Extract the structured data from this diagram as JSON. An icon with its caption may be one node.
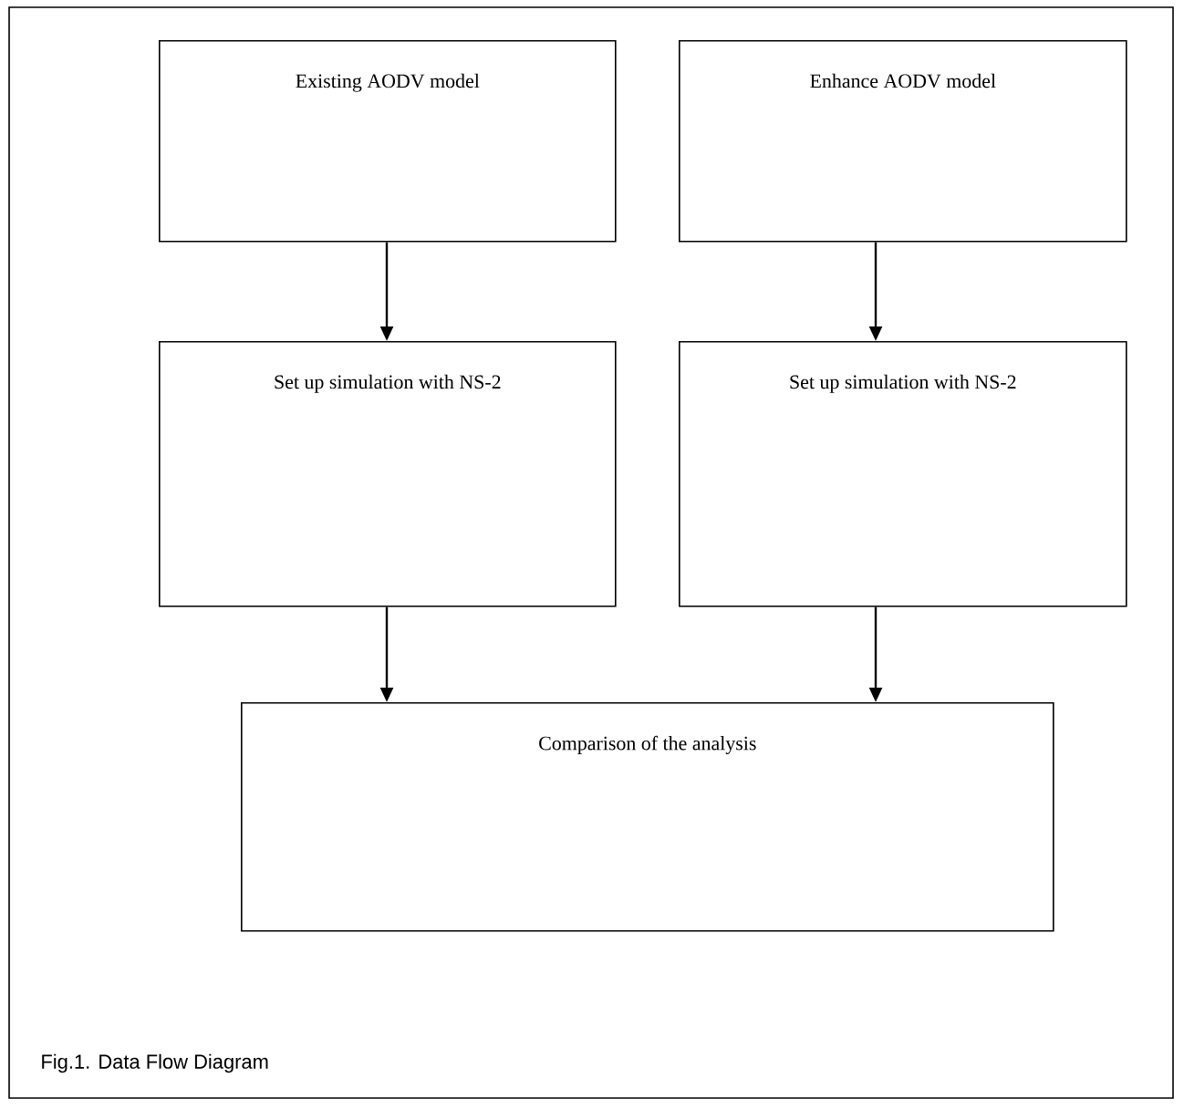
{
  "diagram": {
    "caption": "Fig.1. Data Flow Diagram",
    "nodes": [
      {
        "text": [
          "Existing AODV model"
        ]
      },
      {
        "text": [
          "Enhance AODV model"
        ]
      },
      {
        "text": [
          "Set up simulation with NS-2"
        ]
      },
      {
        "text": [
          "Set up simulation with NS-2"
        ]
      },
      {
        "text": [
          "Comparison of the analysis"
        ]
      }
    ],
    "edges": [
      {
        "from": 0,
        "to": 2,
        "arrow": "to"
      },
      {
        "from": 1,
        "to": 3,
        "arrow": "to"
      },
      {
        "from": 2,
        "to": 4,
        "arrow": "to"
      },
      {
        "from": 3,
        "to": 4,
        "arrow": "to"
      }
    ]
  }
}
